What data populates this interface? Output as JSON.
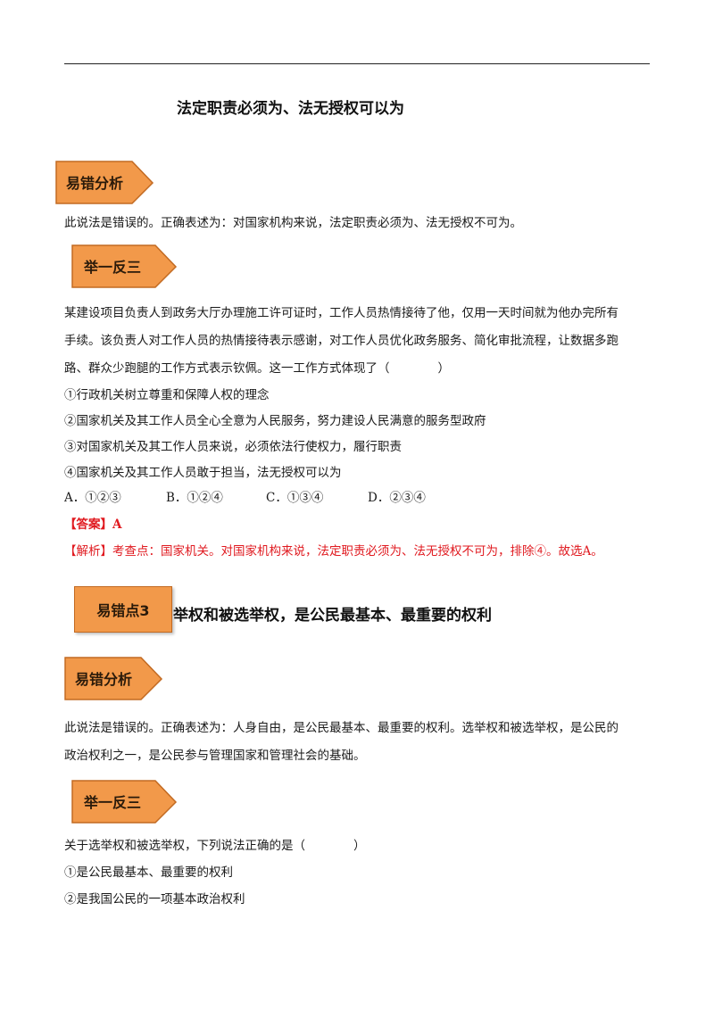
{
  "title": "法定职责必须为、法无授权可以为",
  "section1": {
    "badge_analysis": "易错分析",
    "analysis": "此说法是错误的。正确表述为：对国家机构来说，法定职责必须为、法无授权不可为。",
    "badge_practice": "举一反三",
    "question": [
      "某建设项目负责人到政务大厅办理施工许可证时，工作人员热情接待了他，仅用一天时间就为他办完所有",
      "手续。该负责人对工作人员的热情接待表示感谢，对工作人员优化政务服务、简化审批流程，让数据多跑",
      "路、群众少跑腿的工作方式表示钦佩。这一工作方式体现了（　　　　）"
    ],
    "items": [
      "①行政机关树立尊重和保障人权的理念",
      "②国家机关及其工作人员全心全意为人民服务，努力建设人民满意的服务型政府",
      "③对国家机关及其工作人员来说，必须依法行使权力，履行职责",
      "④国家机关及其工作人员敢于担当，法无授权可以为"
    ],
    "options": [
      "A．①②③",
      "B．①②④",
      "C．①③④",
      "D．②③④"
    ],
    "answer": "【答案】A",
    "explanation": "【解析】考查点：国家机关。对国家机构来说，法定职责必须为、法无授权不可为，排除④。故选A。"
  },
  "section2": {
    "box_label": "易错点3",
    "heading": "举权和被选举权，是公民最基本、最重要的权利",
    "badge_analysis": "易错分析",
    "analysis": [
      "此说法是错误的。正确表述为：人身自由，是公民最基本、最重要的权利。选举权和被选举权，是公民的",
      "政治权利之一，是公民参与管理国家和管理社会的基础。"
    ],
    "badge_practice": "举一反三",
    "question": "关于选举权和被选举权，下列说法正确的是（　　　　）",
    "items": [
      "①是公民最基本、最重要的权利",
      "②是我国公民的一项基本政治权利"
    ]
  }
}
